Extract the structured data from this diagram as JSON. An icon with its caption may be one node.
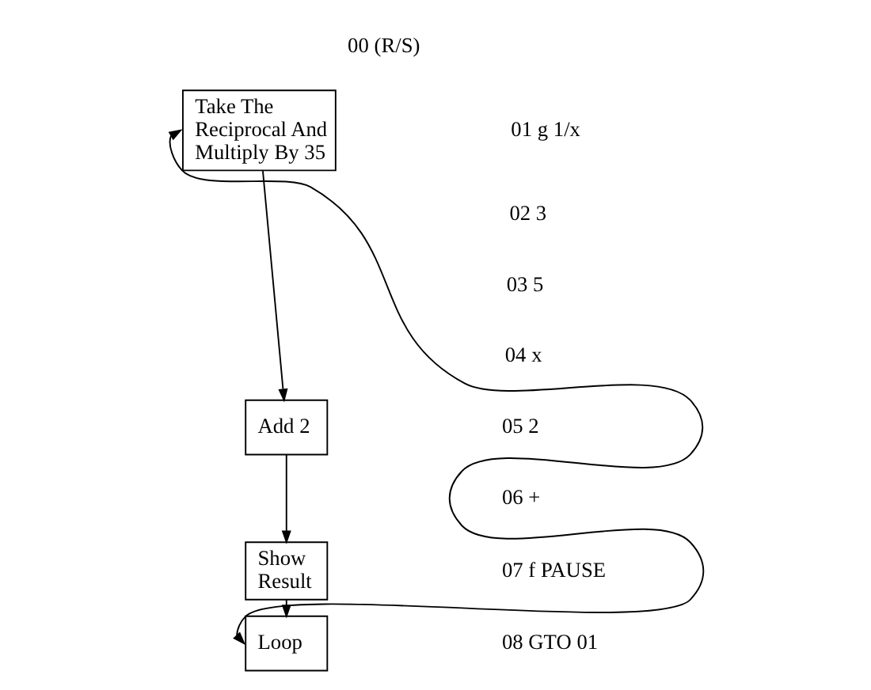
{
  "diagram": {
    "nodes": [
      {
        "text": [
          "Take The Reciprocal And Multiply By 35"
        ]
      },
      {
        "text": [
          "Add 2"
        ]
      },
      {
        "text": [
          "Show Result"
        ]
      },
      {
        "text": [
          "Loop"
        ]
      }
    ],
    "edges": [
      {
        "from": 0,
        "to": 1,
        "arrow": "to"
      },
      {
        "from": 1,
        "to": 2,
        "arrow": "to"
      },
      {
        "from": 2,
        "to": 3,
        "arrow": "to"
      },
      {
        "from": 3,
        "to": 0,
        "arrow": "both"
      }
    ],
    "labels": [
      "00 (R/S)",
      "01 g 1/x",
      "02 3",
      "03 5",
      "04 x",
      "05 2",
      "06 +",
      "07 f PAUSE",
      "08 GTO 01"
    ]
  }
}
